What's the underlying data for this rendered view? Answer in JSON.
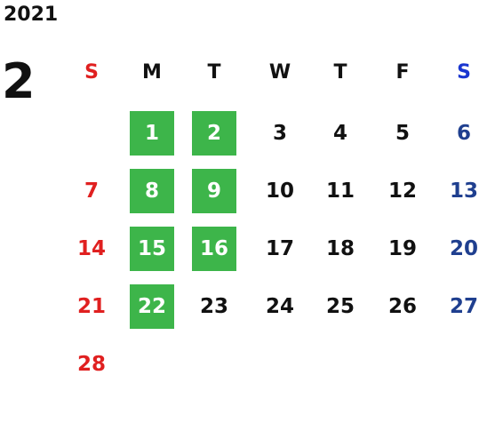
{
  "year": "2021",
  "month": "2",
  "colors": {
    "sunday": "#e02020",
    "saturday_header": "#1a36d0",
    "saturday": "#1f3f8f",
    "weekday": "#111111",
    "highlight_bg": "#3db54a",
    "highlight_text": "#ffffff"
  },
  "weekdays": [
    "S",
    "M",
    "T",
    "W",
    "T",
    "F",
    "S"
  ],
  "weeks": [
    [
      "",
      "1",
      "2",
      "3",
      "4",
      "5",
      "6"
    ],
    [
      "7",
      "8",
      "9",
      "10",
      "11",
      "12",
      "13"
    ],
    [
      "14",
      "15",
      "16",
      "17",
      "18",
      "19",
      "20"
    ],
    [
      "21",
      "22",
      "23",
      "24",
      "25",
      "26",
      "27"
    ],
    [
      "28",
      "",
      "",
      "",
      "",
      "",
      ""
    ]
  ],
  "highlighted_days": [
    "1",
    "2",
    "8",
    "9",
    "15",
    "16",
    "22"
  ]
}
